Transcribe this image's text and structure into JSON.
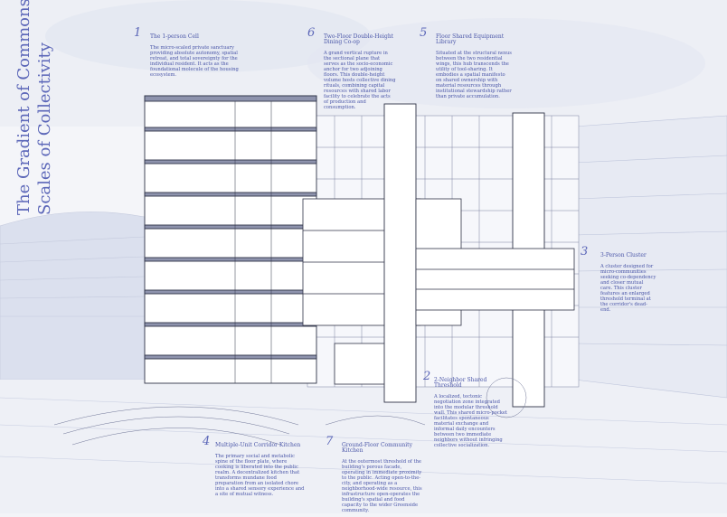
{
  "title": {
    "line1": "The Gradient of Commons:",
    "line2": "Scales of Collectivity"
  },
  "annotations": [
    {
      "number": "1",
      "title": "The 1-person Cell",
      "body": "The micro-scaled private sanctuary providing absolute autonomy, spatial retreat, and total sovereignty for the individual resident. It acts as the foundational molecule of the housing ecosystem."
    },
    {
      "number": "6",
      "title": "Two-Floor Double-Height Dining Co-op",
      "body": "A grand vertical rupture in the sectional plane that serves as the socio-economic anchor for two adjoining floors. This double-height volume hosts collective dining rituals, combining capital resources with shared labor facility to celebrate the acts of production and consumption."
    },
    {
      "number": "5",
      "title": "Floor Shared Equipment Library",
      "body": "Situated at the structural nexus between the two residential wings, this hub transcends the utility of tool-sharing. It embodies a spatial manifesto on shared ownership with material resources through institutional stewardship rather than private accumulation."
    },
    {
      "number": "3",
      "title": "3-Person Cluster",
      "body": "A cluster designed for micro-communities seeking co-dependency and closer mutual care. This cluster features an enlarged threshold terminal at the corridor's dead-end."
    },
    {
      "number": "2",
      "title": "2-Neighbor Shared Threshold",
      "body": "A localized, tectonic negotiation zone integrated into the modular threshold wall. This shared micro-pocket facilitates spontaneous material exchange and informal daily encounters between two immediate neighbors without infringing collective socialization."
    },
    {
      "number": "4",
      "title": "Multiple-Unit Corridor Kitchen",
      "body": "The primary social and metabolic spine of the floor plate, where cooking is liberated into the public realm. A decentralized kitchen that transforms mundane food preparation from an isolated chore into a shared sensory experience and a site of mutual witness."
    },
    {
      "number": "7",
      "title": "Ground-Floor Community Kitchen",
      "body": "At the outermost threshold of the building's porous facade, operating in immediate proximity to the public. Acting open-to-the-city, and operating as a neighborhood-wide resource, this infrastructure open-operates the building's spatial and food capacity to the wider Greenside community."
    }
  ],
  "colors": {
    "background": "#f3f4f8",
    "ink": "#3b3f52",
    "accent": "#5b66b8",
    "sky": "#dde2ef"
  }
}
